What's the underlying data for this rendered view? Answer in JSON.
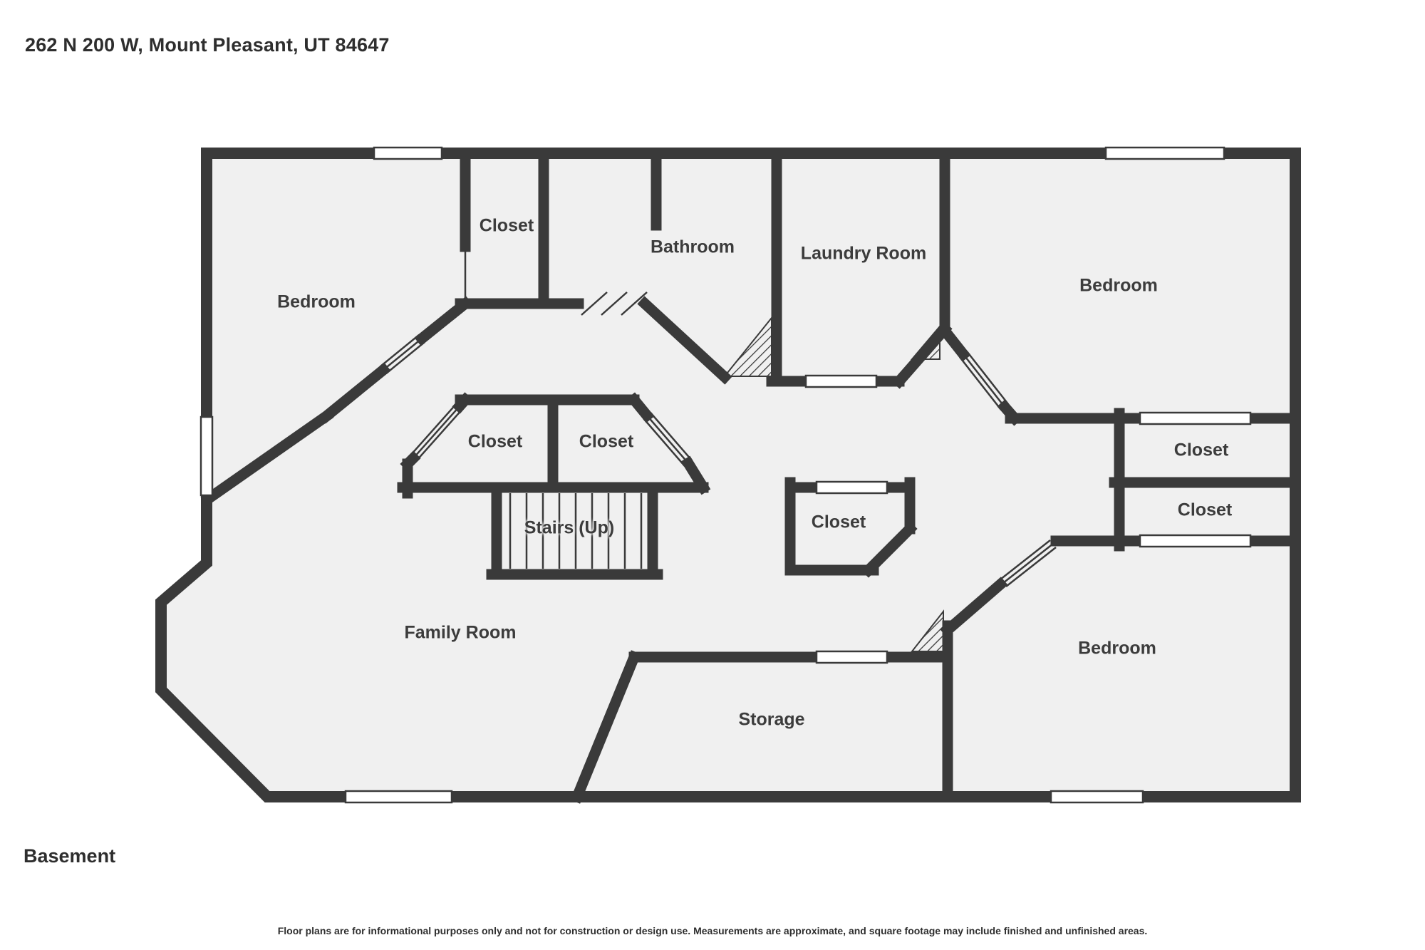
{
  "title": "262 N 200 W, Mount Pleasant, UT 84647",
  "floor_label": "Basement",
  "disclaimer": "Floor plans are for informational purposes only and not for construction or design use. Measurements are approximate, and square footage may include finished and unfinished areas.",
  "colors": {
    "wall": "#3a3a3a",
    "floor": "#f0f0f0",
    "background": "#ffffff",
    "text": "#3c3c3c"
  },
  "rooms": {
    "bedroom_top_left": "Bedroom",
    "closet_top": "Closet",
    "bathroom": "Bathroom",
    "laundry": "Laundry Room",
    "bedroom_top_right": "Bedroom",
    "closet_mid_left": "Closet",
    "closet_mid_right": "Closet",
    "closet_right_upper": "Closet",
    "closet_right_lower": "Closet",
    "closet_hall": "Closet",
    "stairs": "Stairs (Up)",
    "family_room": "Family Room",
    "storage": "Storage",
    "bedroom_bottom_right": "Bedroom"
  }
}
